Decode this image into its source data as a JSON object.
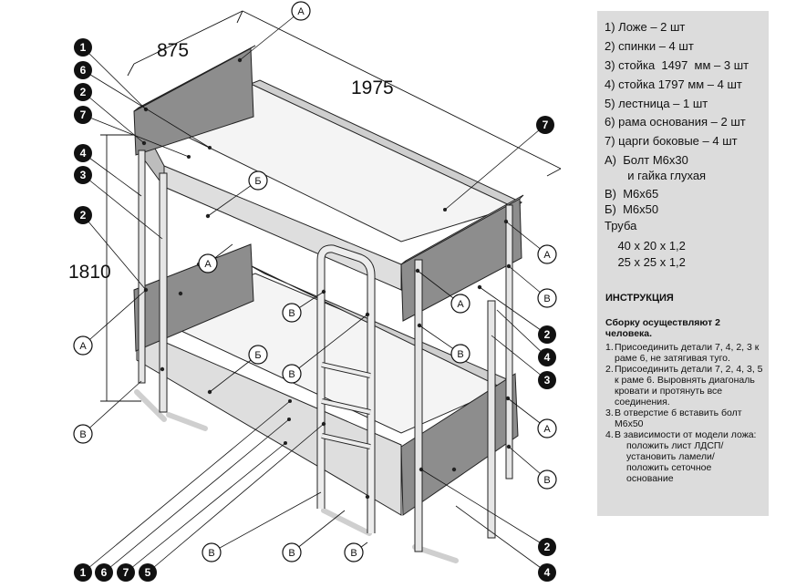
{
  "dimensions": {
    "width": "875",
    "length": "1975",
    "height": "1810"
  },
  "parts_list": [
    "1) Ложе – 2 шт",
    "2) спинки – 4 шт",
    "3) стойка  1497  мм – 3 шт",
    "4) стойка 1797 мм – 4 шт",
    "5) лестница – 1 шт",
    "6) рама основания – 2 шт",
    "7) царги боковые – 4 шт",
    "А)  Болт М6х30",
    "       и гайка глухая",
    "В)  М6х65",
    "Б)  М6х50",
    "Труба",
    "    40 х 20 х 1,2",
    "    25 х 25 х 1,2"
  ],
  "instruction": {
    "title": "ИНСТРУКЦИЯ",
    "intro": "Сборку осуществляют 2 человека.",
    "steps": [
      {
        "num": "1.",
        "text": "Присоединить детали 7, 4, 2, 3 к раме 6, не затягивая туго."
      },
      {
        "num": "2.",
        "text": "Присоединить детали 7, 2, 4, 3, 5 к раме 6. Выровнять диагональ кровати и протянуть все соединения."
      },
      {
        "num": "3.",
        "text": "В отверстие б вставить болт М6х50"
      },
      {
        "num": "4.",
        "text": "В зависимости от модели ложа:"
      }
    ],
    "sub_lines": [
      "положить лист ЛДСП/",
      "установить ламели/",
      "положить сеточное",
      "основание"
    ]
  },
  "labels": {
    "A": "А",
    "B": "Б",
    "V": "В",
    "n1": "1",
    "n2": "2",
    "n3": "3",
    "n4": "4",
    "n5": "5",
    "n6": "6",
    "n7": "7"
  }
}
